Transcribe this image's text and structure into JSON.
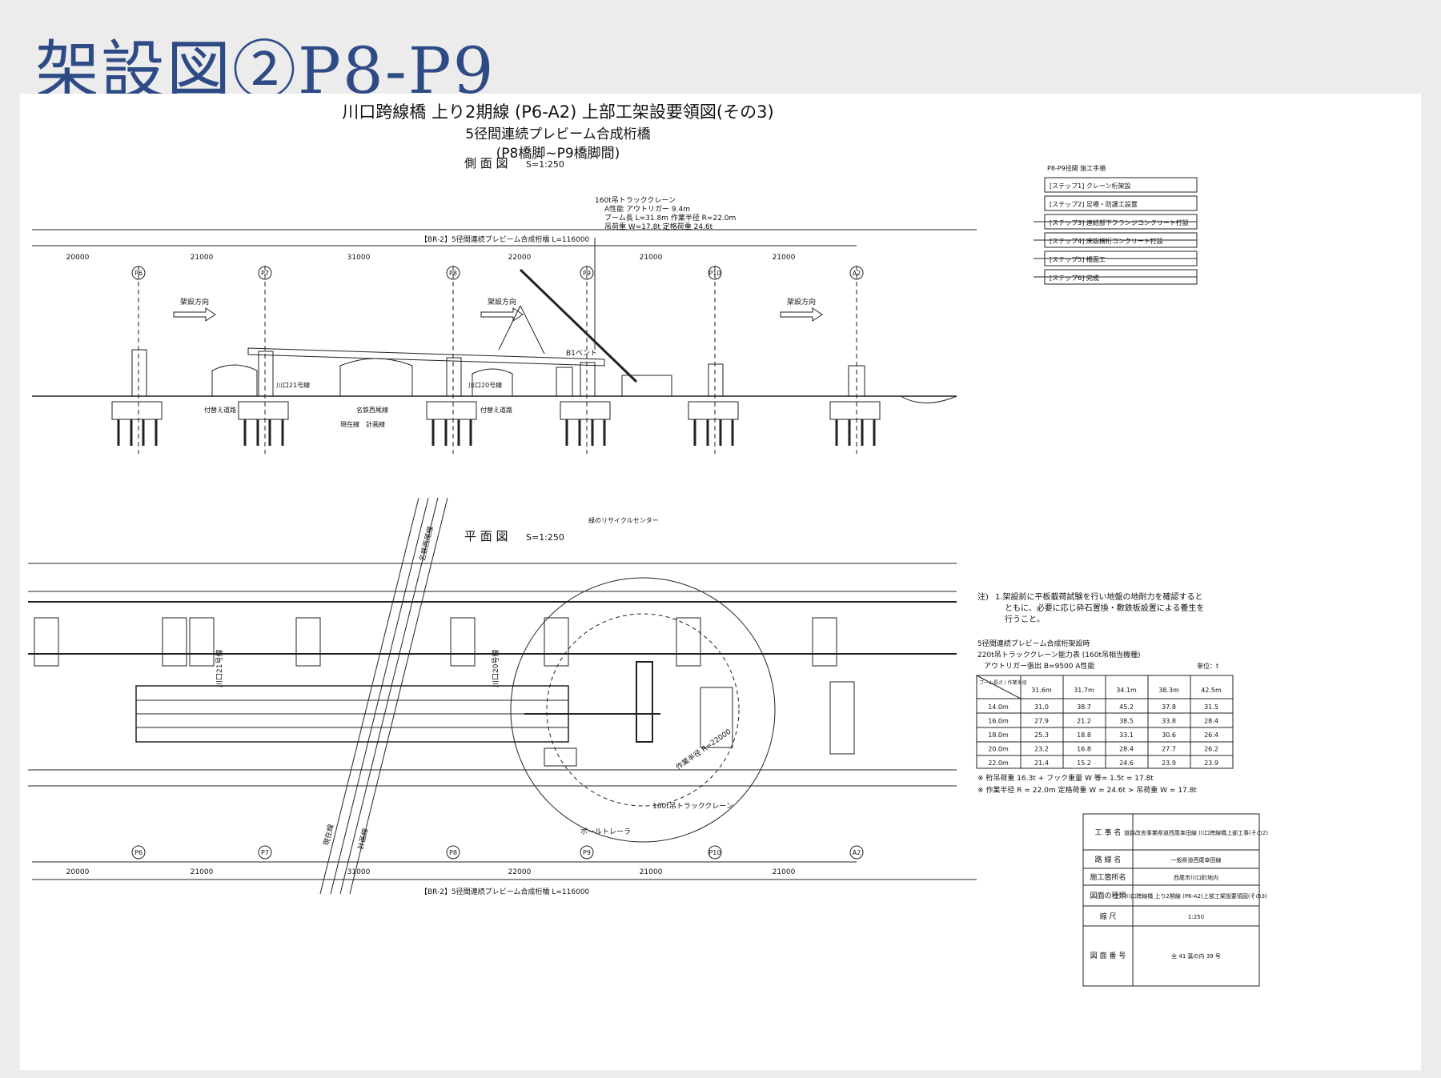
{
  "slide_title": "架設図②P8-P9",
  "drawing": {
    "title": "川口跨線橋 上り2期線 (P6-A2) 上部工架設要領図(その3)",
    "subtitle1": "5径間連続プレビーム合成桁橋",
    "subtitle2": "(P8橋脚~P9橋脚間)",
    "side_view_label": "側 面 図",
    "plan_view_label": "平 面 図",
    "scale": "S=1:250",
    "girder_label": "【BR-2】5径間連続プレビーム合成桁橋 L=116000",
    "spans": [
      "20000",
      "21000",
      "31000",
      "22000",
      "21000",
      "21000"
    ],
    "piers": [
      "P6",
      "P7",
      "P8",
      "P9",
      "P10",
      "A2"
    ],
    "erection_direction": "架設方向",
    "crane_spec": [
      "160t吊トラッククレーン",
      "A性能 アウトリガー 9.4m",
      "ブーム長 L=31.8m 作業半径 R=22.0m",
      "吊荷重 W=17.8t 定格荷重 24.6t"
    ],
    "bent_label": "B1ベント",
    "side_labels": {
      "kawaguchi21": "川口21号線",
      "kawaguchi20": "川口20号線",
      "detour1": "付替え道路",
      "detour2": "付替え道路",
      "meitetsu": "名鉄西尾線",
      "existing": "現在線",
      "planned": "計画線"
    },
    "steps_title": "P8-P9径間 施工手順",
    "steps": [
      "[ステップ1] クレーン桁架設",
      "[ステップ2] 足場・防護工設置",
      "[ステップ3] 連結部下フランジコンクリート打設",
      "[ステップ4] 床版横桁コンクリート打設",
      "[ステップ5] 橋面工",
      "[ステップ6] 完成"
    ],
    "plan_labels": {
      "recycle": "緑のリサイクルセンター",
      "meitetsu": "名鉄西尾線",
      "kawaguchi21": "川口21号線",
      "kawaguchi20": "川口20号線",
      "existing": "現在線",
      "planned": "計画線",
      "crane": "160t吊トラッククレーン",
      "trailer": "ポールトレーラ",
      "radius": "作業半径 R=22000"
    },
    "notes_head": "注)",
    "notes": [
      "1.架設前に平板載荷試験を行い地盤の地耐力を確認すると",
      "ともに、必要に応じ砕石置換・敷鉄板設置による養生を",
      "行うこと。"
    ],
    "capacity_title": [
      "5径間連続プレビーム合成桁架設時",
      "220t吊トラッククレーン能力表 (160t吊相当機種)",
      "アウトリガー張出 B=9500 A性能"
    ],
    "capacity_unit": "単位：t",
    "capacity_head": [
      "ブーム長さ / 作業半径",
      "31.6m",
      "31.7m",
      "34.1m",
      "38.3m",
      "42.5m"
    ],
    "capacity_rows": [
      [
        "14.0m",
        "31.0",
        "38.7",
        "45.2",
        "37.8",
        "31.5"
      ],
      [
        "16.0m",
        "27.9",
        "21.2",
        "38.5",
        "33.8",
        "28.4"
      ],
      [
        "18.0m",
        "25.3",
        "18.8",
        "33.1",
        "30.6",
        "26.4"
      ],
      [
        "20.0m",
        "23.2",
        "16.8",
        "28.4",
        "27.7",
        "26.2"
      ],
      [
        "22.0m",
        "21.4",
        "15.2",
        "24.6",
        "23.9",
        "23.9"
      ]
    ],
    "calc1": "※ 桁吊荷重 16.3t + フック重量 W 等= 1.5t = 17.8t",
    "calc2": "※ 作業半径 R = 22.0m 定格荷重 W = 24.6t > 吊荷重 W = 17.8t",
    "title_block": [
      {
        "k": "工 事 名",
        "v": "道路改良事業県道西尾幸田線 川口跨線橋上部工事(その2)"
      },
      {
        "k": "路 線 名",
        "v": "一般県道西尾幸田線"
      },
      {
        "k": "施工箇所名",
        "v": "西尾市川口町地内"
      },
      {
        "k": "図面の種類",
        "v": "川口跨線橋 上り2期線 (P6-A2)上部工架設要領図(その3)"
      },
      {
        "k": "縮 尺",
        "v": "1:250"
      },
      {
        "k": "図 面 番 号",
        "v": "全 41 葉の内 39 号"
      }
    ]
  }
}
